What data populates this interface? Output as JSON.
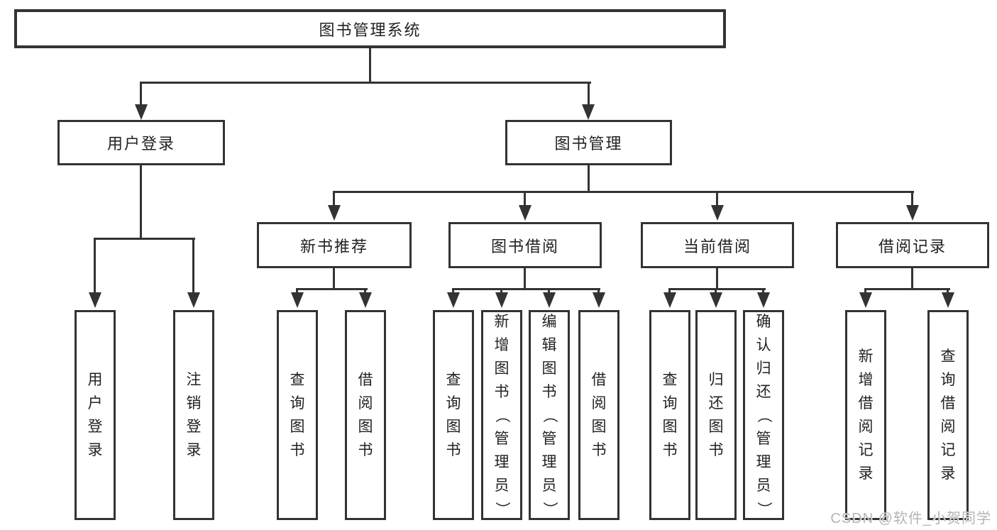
{
  "tree": {
    "label": "图书管理系统",
    "children": [
      {
        "label": "用户登录",
        "children": [
          {
            "label": "用户登录"
          },
          {
            "label": "注销登录"
          }
        ]
      },
      {
        "label": "图书管理",
        "children": [
          {
            "label": "新书推荐",
            "children": [
              {
                "label": "查询图书"
              },
              {
                "label": "借阅图书"
              }
            ]
          },
          {
            "label": "图书借阅",
            "children": [
              {
                "label": "查询图书"
              },
              {
                "label": "新增图书（管理员）"
              },
              {
                "label": "编辑图书（管理员）"
              },
              {
                "label": "借阅图书"
              }
            ]
          },
          {
            "label": "当前借阅",
            "children": [
              {
                "label": "查询图书"
              },
              {
                "label": "归还图书"
              },
              {
                "label": "确认归还（管理员）"
              }
            ]
          },
          {
            "label": "借阅记录",
            "children": [
              {
                "label": "新增借阅记录"
              },
              {
                "label": "查询借阅记录"
              }
            ]
          }
        ]
      }
    ]
  },
  "watermark": "CSDN @软件_小贺同学",
  "colors": {
    "line": "#333333",
    "text": "#222222",
    "background": "#ffffff",
    "watermark": "#b4b4b4"
  }
}
